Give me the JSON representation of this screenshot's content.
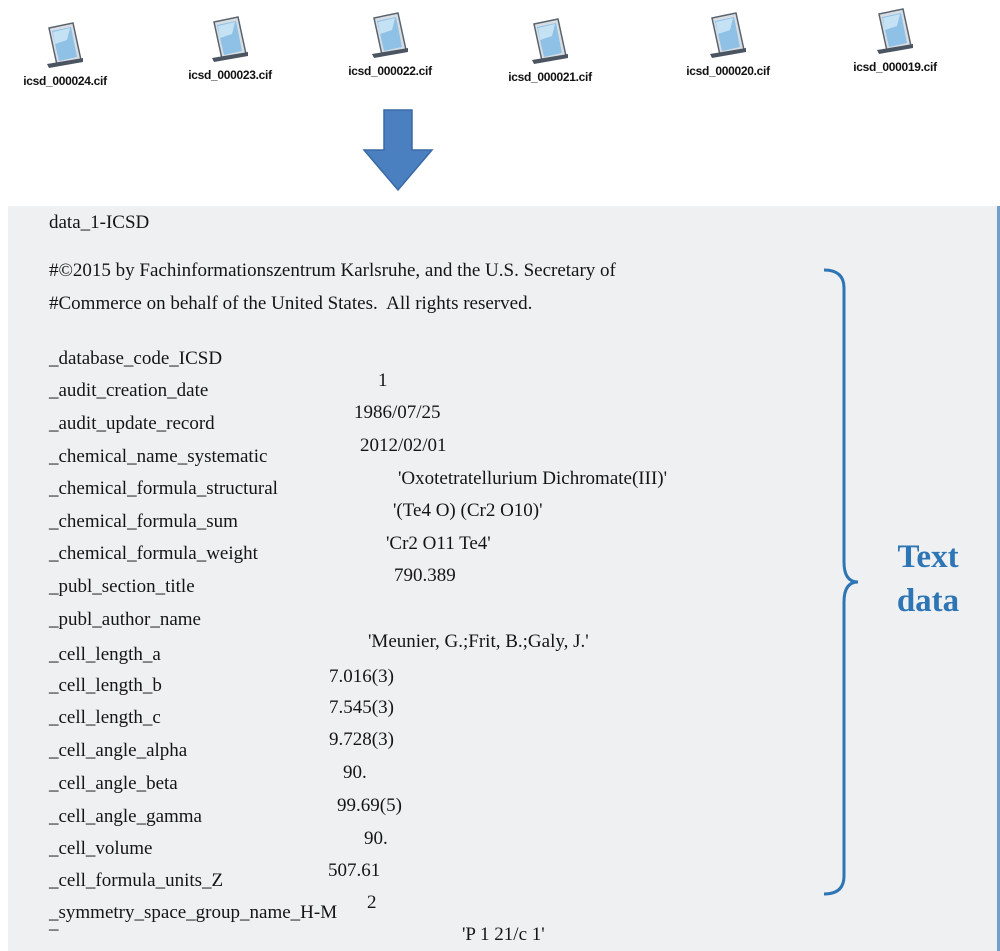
{
  "files": [
    {
      "name": "icsd_000024.cif"
    },
    {
      "name": "icsd_000023.cif"
    },
    {
      "name": "icsd_000022.cif"
    },
    {
      "name": "icsd_000021.cif"
    },
    {
      "name": "icsd_000020.cif"
    },
    {
      "name": "icsd_000019.cif"
    }
  ],
  "cif": {
    "header": "data_1-ICSD",
    "copyright": [
      "#©2015 by Fachinformationszentrum Karlsruhe, and the U.S. Secretary of",
      "#Commerce on behalf of the United States.  All rights reserved."
    ],
    "fields": [
      {
        "key": "_database_code_ICSD",
        "value": "1"
      },
      {
        "key": "_audit_creation_date",
        "value": "1986/07/25"
      },
      {
        "key": "_audit_update_record",
        "value": "2012/02/01"
      },
      {
        "key": "_chemical_name_systematic",
        "value": "'Oxotetratellurium Dichromate(III)'"
      },
      {
        "key": "_chemical_formula_structural",
        "value": "'(Te4 O) (Cr2 O10)'"
      },
      {
        "key": "_chemical_formula_sum",
        "value": "'Cr2 O11 Te4'"
      },
      {
        "key": "_chemical_formula_weight",
        "value": "790.389"
      },
      {
        "key": "_publ_section_title",
        "value": ""
      },
      {
        "key": "_publ_author_name",
        "value": "'Meunier, G.;Frit, B.;Galy, J.'"
      },
      {
        "key": "_cell_length_a",
        "value": "7.016(3)"
      },
      {
        "key": "_cell_length_b",
        "value": "7.545(3)"
      },
      {
        "key": "_cell_length_c",
        "value": "9.728(3)"
      },
      {
        "key": "_cell_angle_alpha",
        "value": "90."
      },
      {
        "key": "_cell_angle_beta",
        "value": "99.69(5)"
      },
      {
        "key": "_cell_angle_gamma",
        "value": "90."
      },
      {
        "key": "_cell_volume",
        "value": "507.61"
      },
      {
        "key": "_cell_formula_units_Z",
        "value": "2"
      },
      {
        "key": "_symmetry_space_group_name_H-M",
        "value": "'P 1 21/c 1'"
      }
    ],
    "trailing": "_"
  },
  "label": {
    "line1": "Text",
    "line2": "data"
  },
  "colors": {
    "arrow": "#4a7fc0",
    "accent": "#2e75b6",
    "panel": "#eef0f1"
  }
}
